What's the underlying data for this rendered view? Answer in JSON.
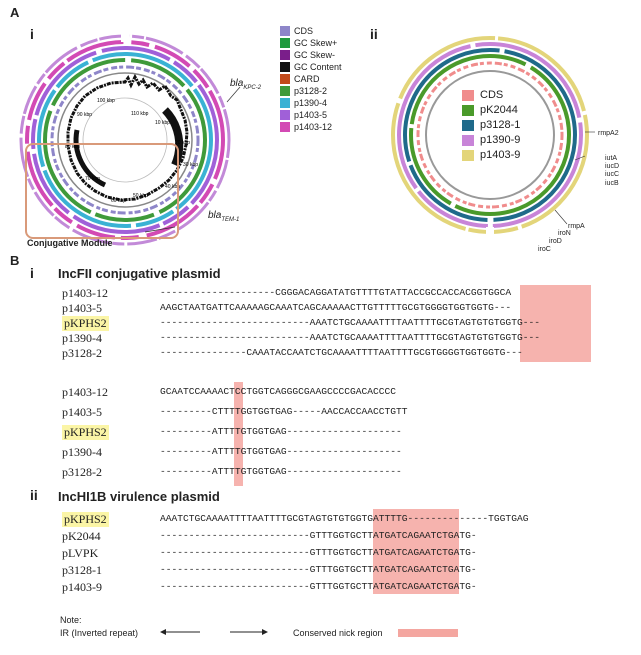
{
  "figure": {
    "panel_a": "A",
    "panel_b": "B",
    "sub_i": "i",
    "sub_ii": "ii"
  },
  "map1": {
    "legend": [
      {
        "label": "CDS",
        "color": "#8e86c9"
      },
      {
        "label": "GC Skew+",
        "color": "#1f9a3e"
      },
      {
        "label": "GC Skew-",
        "color": "#7a1e8a"
      },
      {
        "label": "GC Content",
        "color": "#111111"
      },
      {
        "label": "CARD",
        "color": "#c24a1a"
      },
      {
        "label": "p3128-2",
        "color": "#3f9a3a"
      },
      {
        "label": "p1390-4",
        "color": "#3ab2d4"
      },
      {
        "label": "p1403-5",
        "color": "#a060d8"
      },
      {
        "label": "p1403-12",
        "color": "#d34ab4"
      }
    ],
    "gene_kpc": "bla",
    "gene_kpc_sub": "KPC-2",
    "gene_tem": "bla",
    "gene_tem_sub": "TEM-1",
    "module_label": "Conjugative Module",
    "ticks": [
      "110 kbp",
      "10 kbp",
      "20 kbp",
      "30 kbp",
      "40 kbp",
      "50 kbp",
      "60 kbp",
      "70 kbp",
      "80 kbp",
      "90 kbp",
      "100 kbp"
    ]
  },
  "map2": {
    "legend": [
      {
        "label": "CDS",
        "color": "#f08c8c"
      },
      {
        "label": "pK2044",
        "color": "#4a9a2a"
      },
      {
        "label": "p3128-1",
        "color": "#1f6a8a"
      },
      {
        "label": "p1390-9",
        "color": "#c884d8"
      },
      {
        "label": "p1403-9",
        "color": "#e3d57a"
      }
    ],
    "genes": [
      "rmpA2",
      "iutA",
      "iucD",
      "iucC",
      "iucB",
      "rmpA",
      "iroN",
      "iroD",
      "iroC"
    ]
  },
  "section_i": {
    "title": "IncFII conjugative plasmid",
    "block1": [
      {
        "name": "p1403-12",
        "seq": "--------------------CGGGACAGGATATGTTTTGTATTACCGCCACCACGGTGGCA",
        "hl": false
      },
      {
        "name": "p1403-5",
        "seq": "AAGCTAATGATTCAAAAAGCAAATCAGCAAAAACTTGTTTTTGCGTGGGGTGGTGGTG---",
        "hl": false
      },
      {
        "name": "pKPHS2",
        "seq": "--------------------------AAATCTGCAAAATTTTAATTTTGCGTAGTGTGTGGTG---",
        "hl": true
      },
      {
        "name": "p1390-4",
        "seq": "--------------------------AAATCTGCAAAATTTTAATTTTGCGTAGTGTGTGGTG---",
        "hl": false
      },
      {
        "name": "p3128-2",
        "seq": "---------------CAAATACCAATCTGCAAAATTTTAATTTTGCGTGGGGTGGTGGTG---",
        "hl": false
      }
    ],
    "block2": [
      {
        "name": "p1403-12",
        "seq": "GCAATCCAAAACTCCTGGTCAGGGCGAAGCCCCGACACCCC",
        "hl": false
      },
      {
        "name": "p1403-5",
        "seq": "---------CTTTTGGTGGTGAG-----AACCACCAACCTGTT",
        "hl": false
      },
      {
        "name": "pKPHS2",
        "seq": "---------ATTTTGTGGTGAG--------------------",
        "hl": true
      },
      {
        "name": "p1390-4",
        "seq": "---------ATTTTGTGGTGAG--------------------",
        "hl": false
      },
      {
        "name": "p3128-2",
        "seq": "---------ATTTTGTGGTGAG--------------------",
        "hl": false
      }
    ]
  },
  "section_ii": {
    "title": "IncHI1B virulence plasmid",
    "block": [
      {
        "name": "pKPHS2",
        "seq": "AAATCTGCAAAATTTTAATTTTGCGTAGTGTGTGGTGATTTTG--------------TGGTGAG",
        "hl": true
      },
      {
        "name": "pK2044",
        "seq": "--------------------------GTTTGGTGCTTATGATCAGAATCTGATG-",
        "hl": false
      },
      {
        "name": "pLVPK",
        "seq": "--------------------------GTTTGGTGCTTATGATCAGAATCTGATG-",
        "hl": false
      },
      {
        "name": "p3128-1",
        "seq": "--------------------------GTTTGGTGCTTATGATCAGAATCTGATG-",
        "hl": false
      },
      {
        "name": "p1403-9",
        "seq": "--------------------------GTTTGGTGCTTATGATCAGAATCTGATG-",
        "hl": false
      }
    ]
  },
  "note": {
    "title": "Note:",
    "ir_label": "IR (Inverted repeat)",
    "nick_label": "Conserved nick region",
    "nick_color": "#f4a6a0"
  }
}
